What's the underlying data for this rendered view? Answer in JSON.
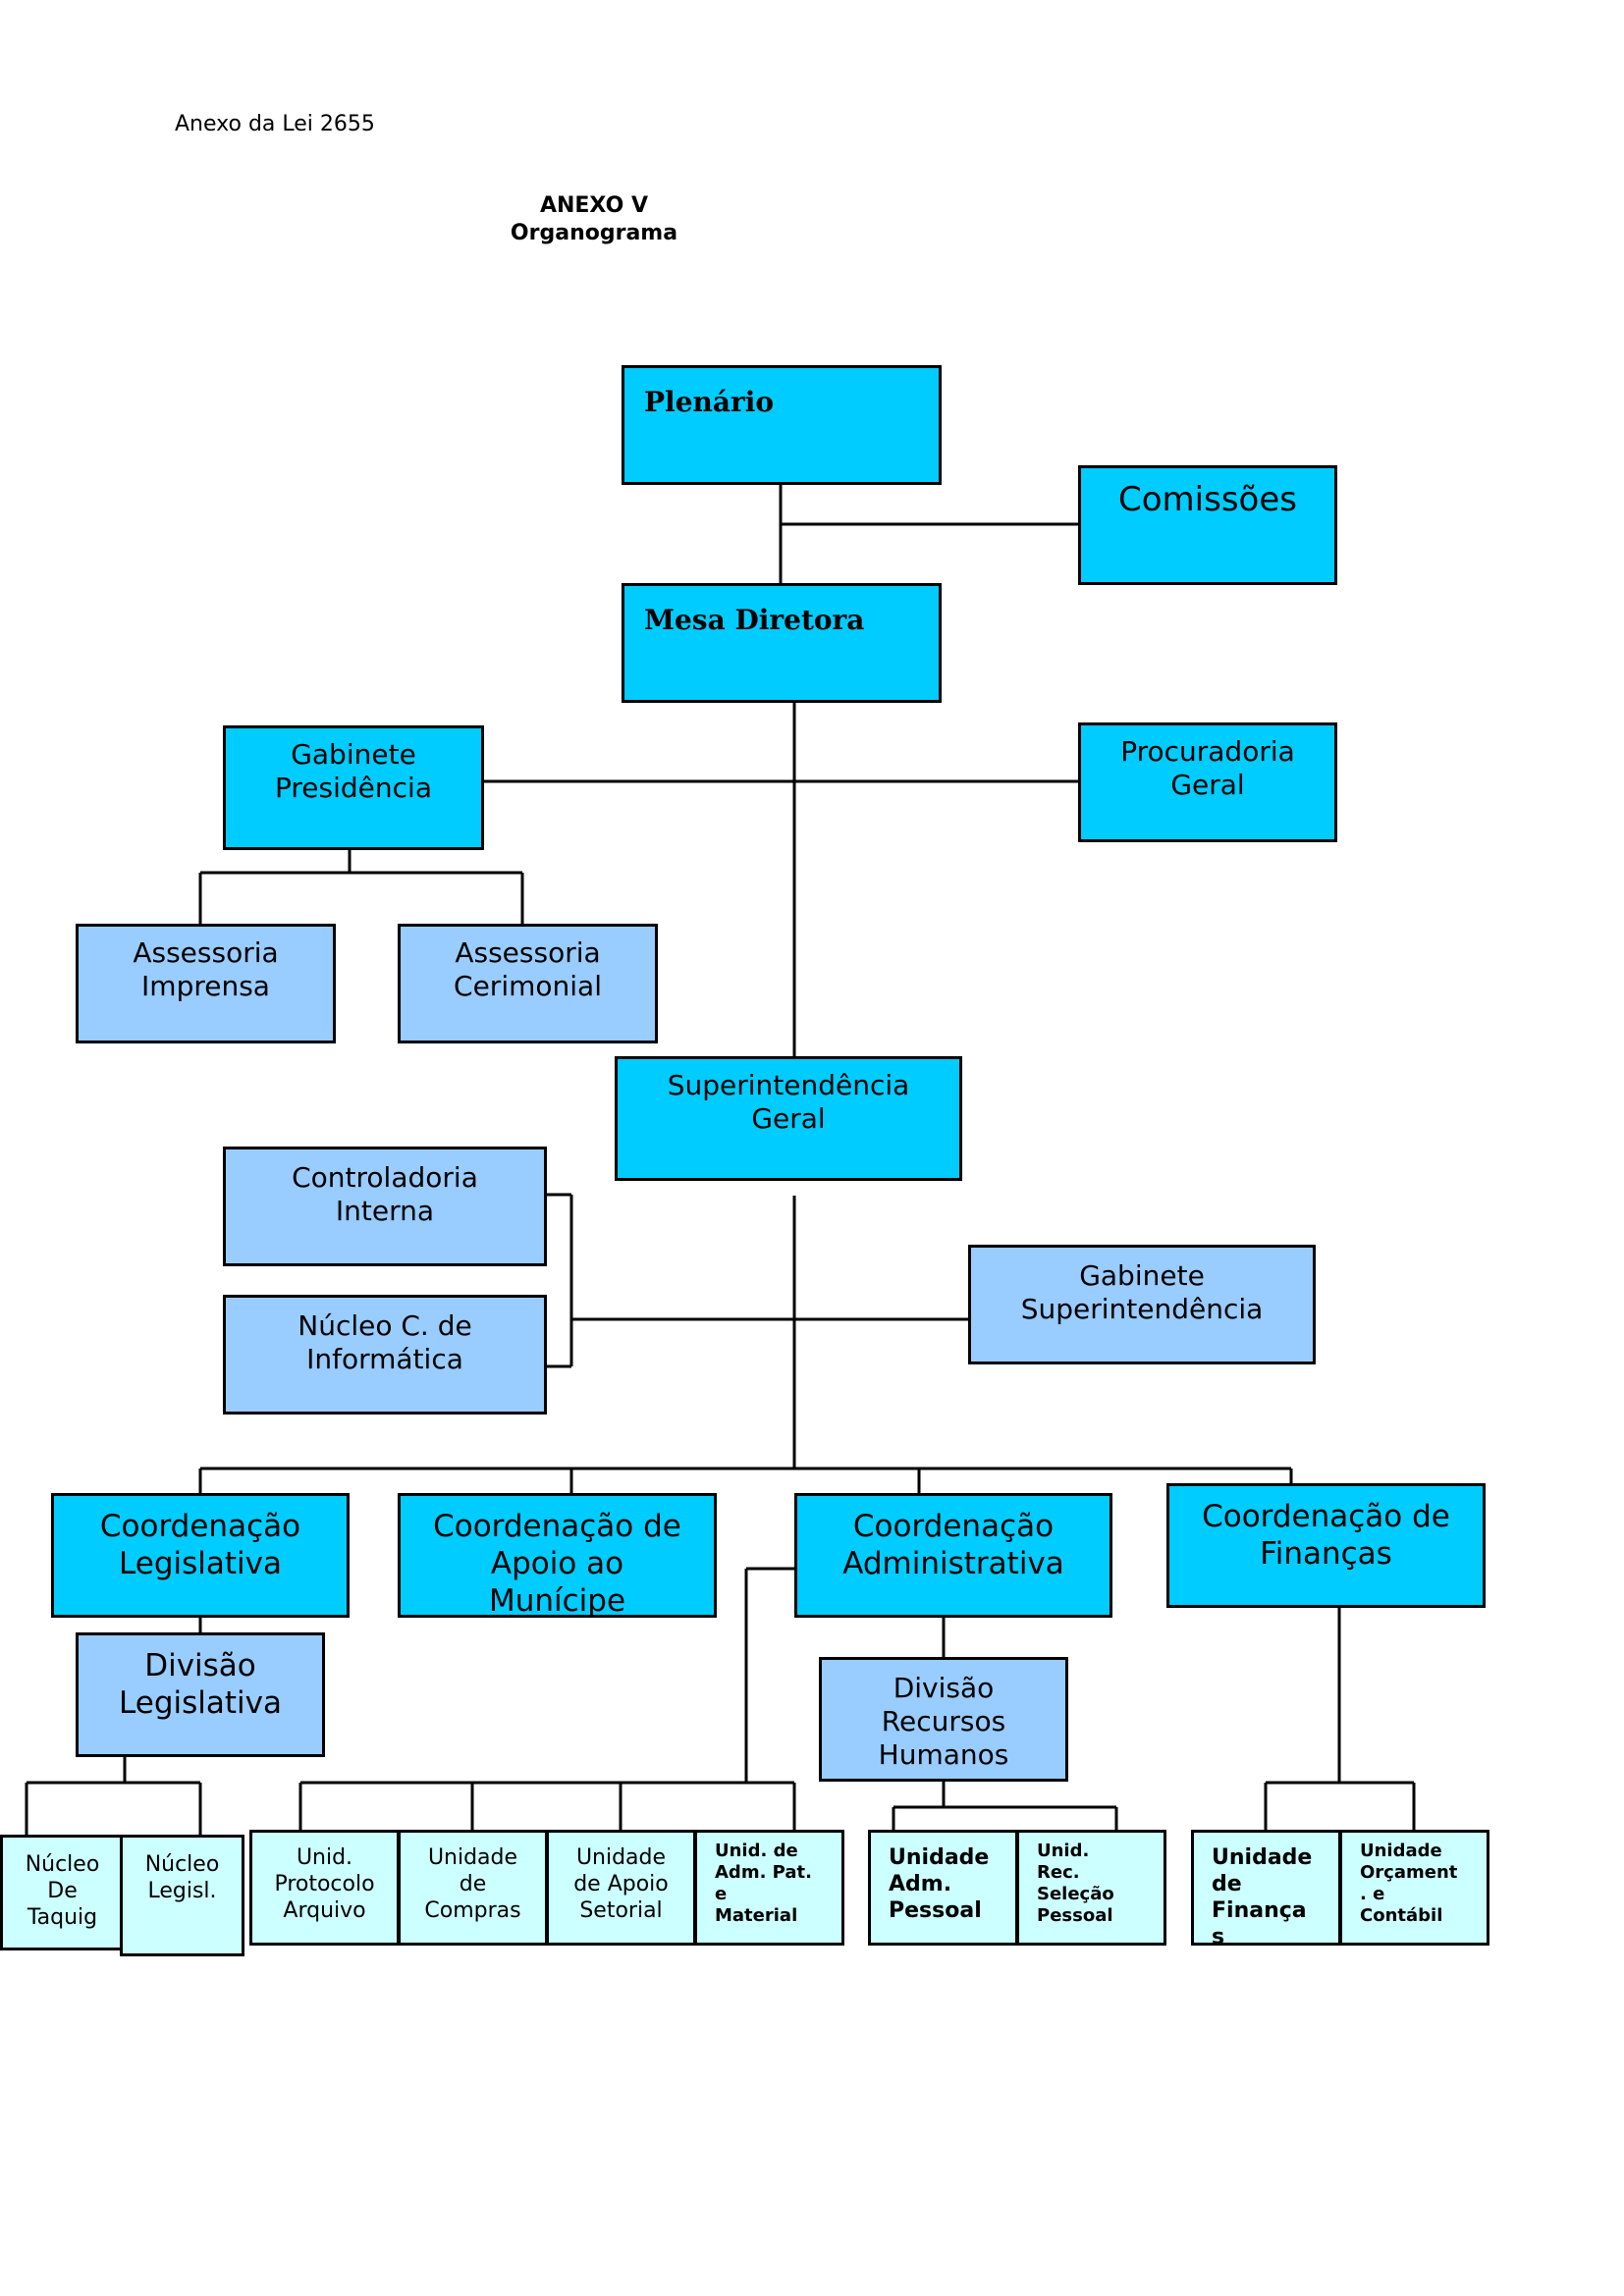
{
  "header": "Anexo da Lei 2655",
  "title": "ANEXO V",
  "subtitle": "Organograma",
  "colors": {
    "level1": "#00CCFF",
    "level2": "#99CCFF",
    "level3": "#CCFFFF"
  },
  "nodes": {
    "plenario": [
      "Plenário"
    ],
    "comissoes": [
      "Comissões"
    ],
    "mesa": [
      "Mesa Diretora"
    ],
    "gab_pres": [
      "Gabinete",
      "Presidência"
    ],
    "procuradoria": [
      "Procuradoria",
      "Geral"
    ],
    "ass_imprensa": [
      "Assessoria",
      "Imprensa"
    ],
    "ass_cerimonial": [
      "Assessoria",
      "Cerimonial"
    ],
    "superintendencia": [
      "Superintendência",
      "Geral"
    ],
    "controladoria": [
      "Controladoria",
      "Interna"
    ],
    "nucleo_info": [
      "Núcleo C. de",
      "Informática"
    ],
    "gab_sup": [
      "Gabinete",
      "Superintendência"
    ],
    "coord_leg": [
      "Coordenação",
      "Legislativa"
    ],
    "coord_apoio": [
      "Coordenação de",
      "Apoio ao",
      "Munícipe"
    ],
    "coord_adm": [
      "Coordenação",
      "Administrativa"
    ],
    "coord_fin": [
      "Coordenação de",
      "Finanças"
    ],
    "div_leg": [
      "Divisão",
      "Legislativa"
    ],
    "div_rh": [
      "Divisão",
      "Recursos",
      "Humanos"
    ],
    "nuc_taquig": [
      "Núcleo",
      "De",
      "Taquig"
    ],
    "nuc_legisl": [
      "Núcleo",
      "Legisl."
    ],
    "unid_protocolo": [
      "Unid.",
      "Protocolo",
      "Arquivo"
    ],
    "unid_compras": [
      "Unidade",
      "de",
      "Compras"
    ],
    "unid_apoio": [
      "Unidade",
      "de Apoio",
      "Setorial"
    ],
    "unid_adm_pat": [
      "Unid. de",
      "Adm. Pat.",
      "e",
      "Material"
    ],
    "unid_adm_pessoal": [
      "Unidade",
      "Adm.",
      "Pessoal"
    ],
    "unid_rec_selecao": [
      "Unid.",
      "Rec.",
      "Seleção",
      "Pessoal"
    ],
    "unid_financa": [
      "Unidade",
      "de",
      "Finança",
      "s"
    ],
    "unid_orcament": [
      "Unidade",
      "Orçament",
      ". e",
      "Contábil"
    ]
  }
}
